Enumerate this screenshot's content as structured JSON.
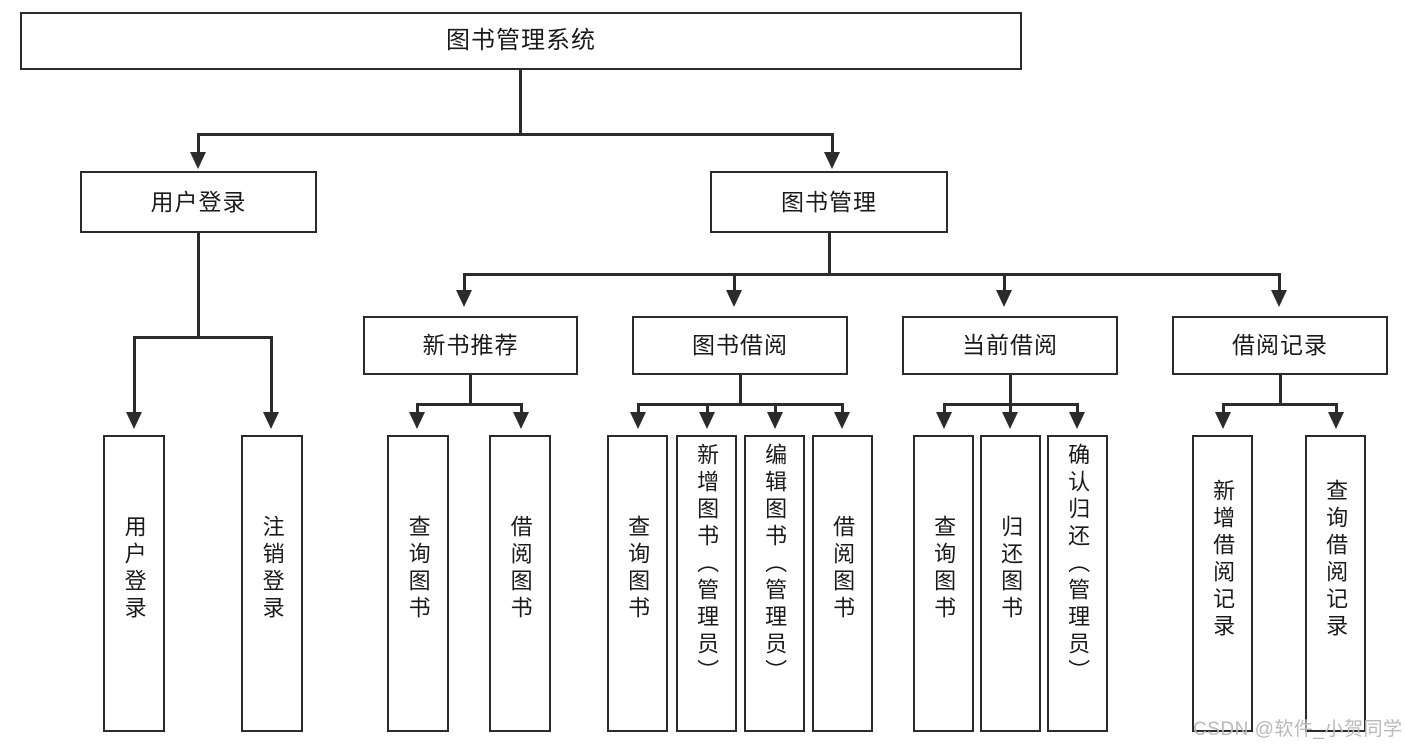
{
  "diagram": {
    "type": "tree-hierarchy",
    "title": "图书管理系统",
    "orientation": "top-down",
    "line_color": "#2b2b2b",
    "box_fill": "#ffffff",
    "text_color": "#1a1a1a",
    "levels": 4
  },
  "root": {
    "label": "图书管理系统"
  },
  "level1": [
    {
      "label": "用户登录"
    },
    {
      "label": "图书管理"
    }
  ],
  "level2": [
    {
      "label": "新书推荐"
    },
    {
      "label": "图书借阅"
    },
    {
      "label": "当前借阅"
    },
    {
      "label": "借阅记录"
    }
  ],
  "leaves": {
    "user_login": [
      {
        "label": "用户登录"
      },
      {
        "label": "注销登录"
      }
    ],
    "new_book_recommend": [
      {
        "label": "查询图书"
      },
      {
        "label": "借阅图书"
      }
    ],
    "book_borrow": [
      {
        "label": "查询图书"
      },
      {
        "label": "新增图书（管理员）"
      },
      {
        "label": "编辑图书（管理员）"
      },
      {
        "label": "借阅图书"
      }
    ],
    "current_borrow": [
      {
        "label": "查询图书"
      },
      {
        "label": "归还图书"
      },
      {
        "label": "确认归还（管理员）"
      }
    ],
    "borrow_record": [
      {
        "label": "新增借阅记录"
      },
      {
        "label": "查询借阅记录"
      }
    ]
  },
  "watermark": {
    "text": "CSDN @软件_小贺同学"
  }
}
